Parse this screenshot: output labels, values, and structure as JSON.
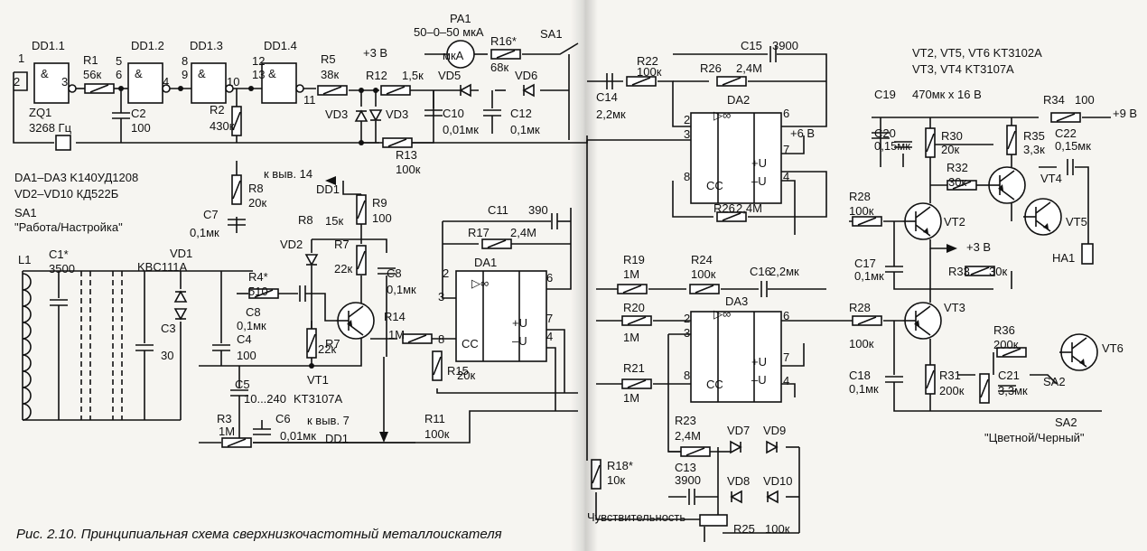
{
  "caption": "Рис. 2.10. Принципиальная схема  сверхнизкочастотный металлоискателя",
  "notes": {
    "da": "DA1–DA3  K140УД1208",
    "vd": "VD2–VD10  КД522Б",
    "sa1_title": "SA1",
    "sa1_desc": "\"Работа/Настройка\"",
    "vt_npn": "VT2, VT5, VT6  KT3102A",
    "vt_pnp": "VT3, VT4  KT3107A",
    "sa2_title": "SA2",
    "sa2_desc": "\"Цветной/Черный\""
  },
  "labels": [
    {
      "text": "DD1.1"
    },
    {
      "text": "1"
    },
    {
      "text": "2"
    },
    {
      "text": "3"
    },
    {
      "text": "R1"
    },
    {
      "text": "56к"
    },
    {
      "text": "ZQ1"
    },
    {
      "text": "3268 Гц"
    },
    {
      "text": "C2"
    },
    {
      "text": "100"
    },
    {
      "text": "DD1.2"
    },
    {
      "text": "5"
    },
    {
      "text": "6"
    },
    {
      "text": "4"
    },
    {
      "text": "DD1.3"
    },
    {
      "text": "8"
    },
    {
      "text": "9"
    },
    {
      "text": "10"
    },
    {
      "text": "DD1.4"
    },
    {
      "text": "12"
    },
    {
      "text": "13"
    },
    {
      "text": "11"
    },
    {
      "text": "R2"
    },
    {
      "text": "430к"
    },
    {
      "text": "R5"
    },
    {
      "text": "38к"
    },
    {
      "text": "PA1"
    },
    {
      "text": "50–0–50 мкА"
    },
    {
      "text": "мкА"
    },
    {
      "text": "+3 В"
    },
    {
      "text": "R16*"
    },
    {
      "text": "68к"
    },
    {
      "text": "SA1"
    },
    {
      "text": "R12"
    },
    {
      "text": "1,5к"
    },
    {
      "text": "VD5"
    },
    {
      "text": "VD6"
    },
    {
      "text": "VD3"
    },
    {
      "text": "VD3"
    },
    {
      "text": "C10"
    },
    {
      "text": "0,01мк"
    },
    {
      "text": "C12"
    },
    {
      "text": "0,1мк"
    },
    {
      "text": "R13"
    },
    {
      "text": "100к"
    },
    {
      "text": "к выв. 14"
    },
    {
      "text": "DD1"
    },
    {
      "text": "R8"
    },
    {
      "text": "20к"
    },
    {
      "text": "C7"
    },
    {
      "text": "0,1мк"
    },
    {
      "text": "R9"
    },
    {
      "text": "100"
    },
    {
      "text": "R8"
    },
    {
      "text": "15к"
    },
    {
      "text": "VD2"
    },
    {
      "text": "R7"
    },
    {
      "text": "22к"
    },
    {
      "text": "C8"
    },
    {
      "text": "0,1мк"
    },
    {
      "text": "R4*"
    },
    {
      "text": "510"
    },
    {
      "text": "C8"
    },
    {
      "text": "0,1мк"
    },
    {
      "text": "R7"
    },
    {
      "text": "22к"
    },
    {
      "text": "VT1"
    },
    {
      "text": "KT3107A"
    },
    {
      "text": "L1"
    },
    {
      "text": "C1*"
    },
    {
      "text": "3500"
    },
    {
      "text": "VD1"
    },
    {
      "text": "KBC111A"
    },
    {
      "text": "C3"
    },
    {
      "text": "30"
    },
    {
      "text": "C4"
    },
    {
      "text": "100"
    },
    {
      "text": "C5"
    },
    {
      "text": "10...240"
    },
    {
      "text": "R3"
    },
    {
      "text": "1M"
    },
    {
      "text": "C6"
    },
    {
      "text": "0,01мк"
    },
    {
      "text": "к выв. 7"
    },
    {
      "text": "DD1"
    },
    {
      "text": "R11"
    },
    {
      "text": "100к"
    },
    {
      "text": "R14"
    },
    {
      "text": "1M"
    },
    {
      "text": "R15"
    },
    {
      "text": "20к"
    },
    {
      "text": "C11"
    },
    {
      "text": "390"
    },
    {
      "text": "R17"
    },
    {
      "text": "2,4M"
    },
    {
      "text": "DA1"
    },
    {
      "text": "2"
    },
    {
      "text": "3"
    },
    {
      "text": "8"
    },
    {
      "text": "6"
    },
    {
      "text": "7"
    },
    {
      "text": "4"
    },
    {
      "text": "CC"
    },
    {
      "text": "▷∞"
    },
    {
      "text": "+U"
    },
    {
      "text": "–U"
    },
    {
      "text": "R22"
    },
    {
      "text": "100к"
    },
    {
      "text": "C14"
    },
    {
      "text": "2,2мк"
    },
    {
      "text": "C15"
    },
    {
      "text": "3900"
    },
    {
      "text": "R26"
    },
    {
      "text": "2,4M"
    },
    {
      "text": "DA2"
    },
    {
      "text": "2"
    },
    {
      "text": "3"
    },
    {
      "text": "8"
    },
    {
      "text": "6"
    },
    {
      "text": "7"
    },
    {
      "text": "4"
    },
    {
      "text": "CC"
    },
    {
      "text": "▷∞"
    },
    {
      "text": "+U"
    },
    {
      "text": "–U"
    },
    {
      "text": "+6 В"
    },
    {
      "text": "R26"
    },
    {
      "text": "2,4M"
    },
    {
      "text": "R19"
    },
    {
      "text": "1M"
    },
    {
      "text": "R24"
    },
    {
      "text": "100к"
    },
    {
      "text": "C16"
    },
    {
      "text": "2,2мк"
    },
    {
      "text": "R20"
    },
    {
      "text": "1M"
    },
    {
      "text": "DA3"
    },
    {
      "text": "2"
    },
    {
      "text": "3"
    },
    {
      "text": "8"
    },
    {
      "text": "6"
    },
    {
      "text": "7"
    },
    {
      "text": "4"
    },
    {
      "text": "CC"
    },
    {
      "text": "▷∞"
    },
    {
      "text": "+U"
    },
    {
      "text": "–U"
    },
    {
      "text": "R21"
    },
    {
      "text": "1M"
    },
    {
      "text": "R18*"
    },
    {
      "text": "10к"
    },
    {
      "text": "R23"
    },
    {
      "text": "2,4M"
    },
    {
      "text": "C13"
    },
    {
      "text": "3900"
    },
    {
      "text": "VD7"
    },
    {
      "text": "VD9"
    },
    {
      "text": "VD8"
    },
    {
      "text": "VD10"
    },
    {
      "text": "Чувствительность"
    },
    {
      "text": "R25"
    },
    {
      "text": "100к"
    },
    {
      "text": "C19"
    },
    {
      "text": "470мк x 16 В"
    },
    {
      "text": "R34"
    },
    {
      "text": "100"
    },
    {
      "text": "+9 В"
    },
    {
      "text": "C20"
    },
    {
      "text": "0,15мк"
    },
    {
      "text": "R30"
    },
    {
      "text": "20к"
    },
    {
      "text": "R35"
    },
    {
      "text": "3,3к"
    },
    {
      "text": "C22"
    },
    {
      "text": "0,15мк"
    },
    {
      "text": "R32"
    },
    {
      "text": "30к"
    },
    {
      "text": "VT4"
    },
    {
      "text": "R28"
    },
    {
      "text": "100к"
    },
    {
      "text": "VT2"
    },
    {
      "text": "VT5"
    },
    {
      "text": "+3 В"
    },
    {
      "text": "C17"
    },
    {
      "text": "0,1мк"
    },
    {
      "text": "HA1"
    },
    {
      "text": "R33"
    },
    {
      "text": "30к"
    },
    {
      "text": "R28"
    },
    {
      "text": "100к"
    },
    {
      "text": "VT3"
    },
    {
      "text": "R36"
    },
    {
      "text": "200к"
    },
    {
      "text": "VT6"
    },
    {
      "text": "C18"
    },
    {
      "text": "0,1мк"
    },
    {
      "text": "R31"
    },
    {
      "text": "200к"
    },
    {
      "text": "C21"
    },
    {
      "text": "3,3мк"
    },
    {
      "text": "SA2"
    }
  ]
}
